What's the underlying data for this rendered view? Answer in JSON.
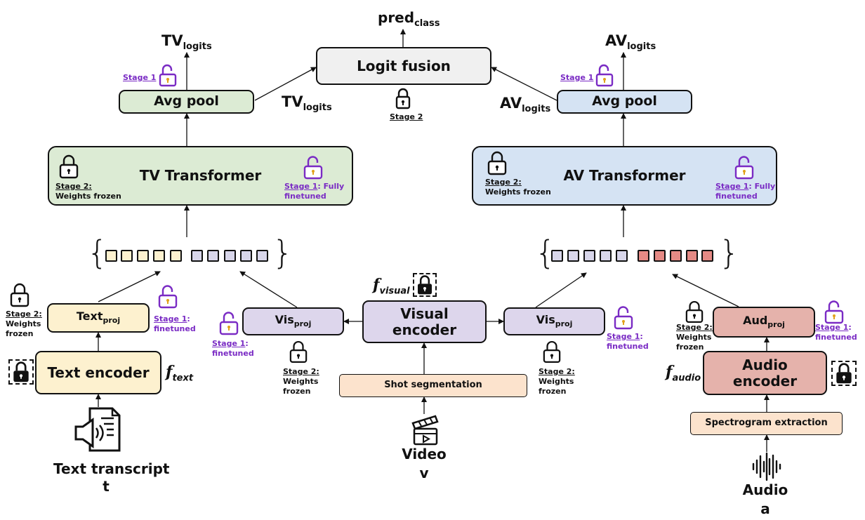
{
  "output": {
    "pred_main": "pred",
    "pred_sub": "class"
  },
  "fusion": {
    "label": "Logit fusion",
    "stage": "Stage 2"
  },
  "tv": {
    "out_main": "TV",
    "out_sub": "logits",
    "mid_main": "TV",
    "mid_sub": "logits",
    "pool": "Avg pool",
    "pool_stage": "Stage 1",
    "transformer": "TV Transformer",
    "frozen_stage": "Stage 2:",
    "frozen_text": "Weights frozen",
    "ft_stage": "Stage 1",
    "ft_text": ": Fully",
    "ft_text2": "finetuned"
  },
  "av": {
    "out_main": "AV",
    "out_sub": "logits",
    "mid_main": "AV",
    "mid_sub": "logits",
    "pool": "Avg pool",
    "pool_stage": "Stage 1",
    "transformer": "AV Transformer",
    "frozen_stage": "Stage 2:",
    "frozen_text": "Weights frozen",
    "ft_stage": "Stage 1",
    "ft_text": ": Fully",
    "ft_text2": "finetuned"
  },
  "text": {
    "proj_main": "Text",
    "proj_sub": "proj",
    "s2_stage": "Stage 2:",
    "s2_l1": "Weights",
    "s2_l2": "frozen",
    "s1_stage": "Stage 1",
    "s1_colon": ":",
    "s1_text": "finetuned",
    "encoder": "Text encoder",
    "f_main": "f",
    "f_sub": "text",
    "input_l1": "Text transcript",
    "input_l2": "t"
  },
  "visual": {
    "f_main": "f",
    "f_sub": "visual",
    "encoder_l1": "Visual",
    "encoder_l2": "encoder",
    "shot": "Shot segmentation",
    "input_l1": "Video",
    "input_l2": "v",
    "proj_left_main": "Vis",
    "proj_left_sub": "proj",
    "proj_right_main": "Vis",
    "proj_right_sub": "proj",
    "left_s1_stage": "Stage 1",
    "left_s1_colon": ":",
    "left_s1_text": "finetuned",
    "left_s2_stage": "Stage 2:",
    "left_s2_l1": "Weights",
    "left_s2_l2": "frozen",
    "right_s1_stage": "Stage 1",
    "right_s1_colon": ":",
    "right_s1_text": "finetuned",
    "right_s2_stage": "Stage 2:",
    "right_s2_l1": "Weights",
    "right_s2_l2": "frozen"
  },
  "audio": {
    "proj_main": "Aud",
    "proj_sub": "proj",
    "s2_stage": "Stage 2:",
    "s2_l1": "Weights",
    "s2_l2": "frozen",
    "s1_stage": "Stage 1",
    "s1_colon": ":",
    "s1_text": "finetuned",
    "encoder_l1": "Audio",
    "encoder_l2": "encoder",
    "f_main": "f",
    "f_sub": "audio",
    "spectro": "Spectrogram extraction",
    "input_l1": "Audio",
    "input_l2": "a"
  },
  "colors": {
    "text_fill": "#fdf1cf",
    "vis_fill": "#ddd6ec",
    "aud_fill": "#e5b2ab",
    "tv_fill": "#dcebd4",
    "av_fill": "#d5e3f3",
    "fusion_fill": "#f0f0f0",
    "pre_fill": "#fce3cd",
    "text_token": "#fdf1cf",
    "vis_token": "#d8d6ea",
    "aud_token": "#e58a85",
    "unlock_color": "#7a2bc4",
    "key_color": "#e2a21c"
  },
  "icons": [
    "lock-icon",
    "unlock-icon",
    "transcript-audio-icon",
    "clapperboard-icon",
    "waveform-icon"
  ]
}
